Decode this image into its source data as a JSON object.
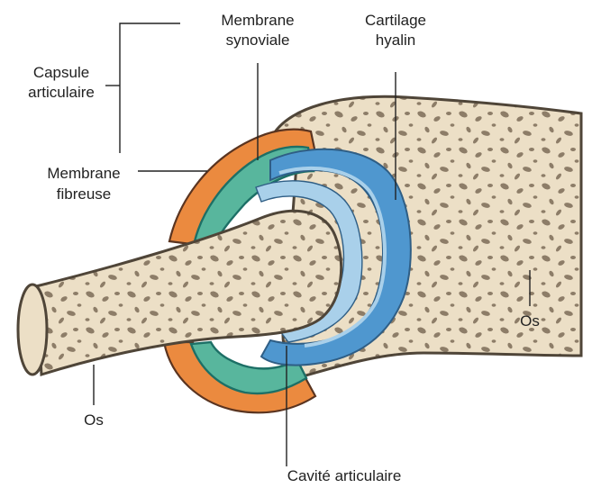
{
  "labels": {
    "capsule_line1": "Capsule",
    "capsule_line2": "articulaire",
    "synovial_line1": "Membrane",
    "synovial_line2": "synoviale",
    "cartilage_line1": "Cartilage",
    "cartilage_line2": "hyalin",
    "fibrous_line1": "Membrane",
    "fibrous_line2": "fibreuse",
    "bone_left": "Os",
    "bone_right": "Os",
    "cavity": "Cavité articulaire"
  },
  "colors": {
    "bone": "#ecdfc6",
    "bone_outline": "#4f4538",
    "bone_pore": "#8d7d68",
    "cartilage": "#4f97cf",
    "cartilage_light": "#a9d0ea",
    "synovial": "#58b69d",
    "synovial_edge": "#1d6f66",
    "fibrous": "#eb8a3f",
    "fibrous_edge": "#5a3420"
  }
}
